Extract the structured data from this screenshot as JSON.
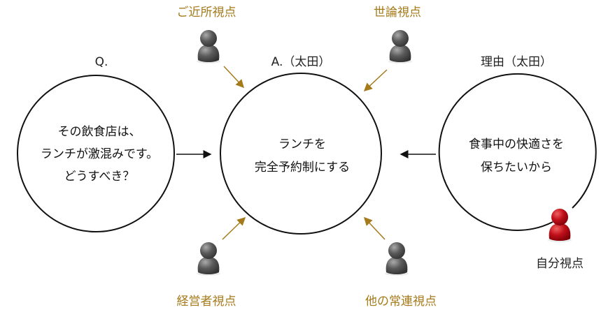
{
  "colors": {
    "accent": "#a57a1a",
    "person_gray": "#555555",
    "person_red": "#c0101a"
  },
  "question": {
    "header": "Q.",
    "lines": [
      "その飲食店は、",
      "ランチが激混みです。",
      "どうすべき？"
    ]
  },
  "answer": {
    "header": "A.（太田）",
    "lines": [
      "ランチを",
      "完全予約制にする"
    ]
  },
  "reason": {
    "header": "理由（太田）",
    "lines": [
      "食事中の快適さを",
      "保ちたいから"
    ]
  },
  "perspectives": {
    "neighbors": "ご近所視点",
    "public": "世論視点",
    "management": "経営者視点",
    "regulars": "他の常連視点",
    "self": "自分視点"
  }
}
